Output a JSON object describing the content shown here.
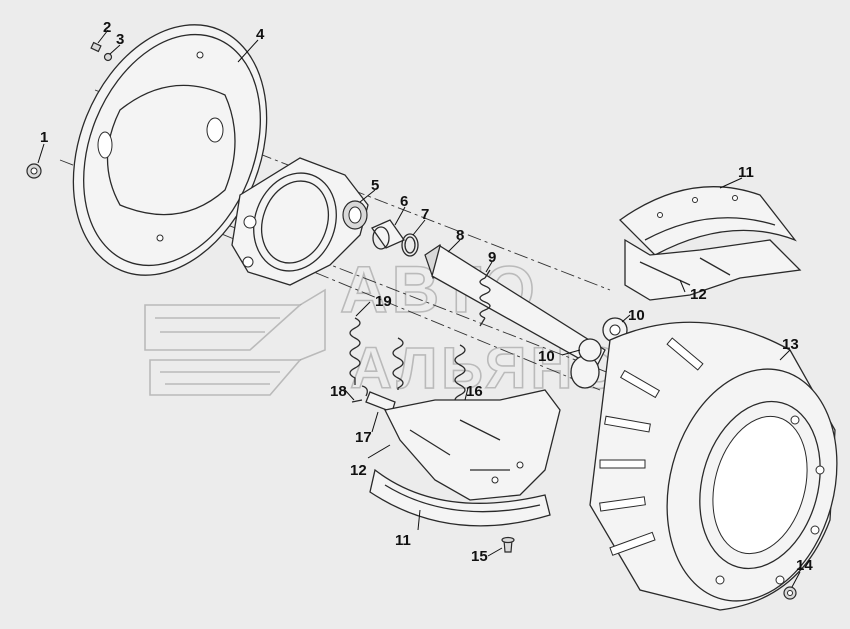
{
  "watermark": {
    "line1": "АВТО",
    "line2": "АЛЬЯНС"
  },
  "callouts": [
    {
      "id": "c1",
      "label": "1"
    },
    {
      "id": "c2",
      "label": "2"
    },
    {
      "id": "c3",
      "label": "3"
    },
    {
      "id": "c4",
      "label": "4"
    },
    {
      "id": "c5",
      "label": "5"
    },
    {
      "id": "c6",
      "label": "6"
    },
    {
      "id": "c7",
      "label": "7"
    },
    {
      "id": "c8",
      "label": "8"
    },
    {
      "id": "c9",
      "label": "9"
    },
    {
      "id": "c10a",
      "label": "10"
    },
    {
      "id": "c10b",
      "label": "10"
    },
    {
      "id": "c11a",
      "label": "11"
    },
    {
      "id": "c11b",
      "label": "11"
    },
    {
      "id": "c12a",
      "label": "12"
    },
    {
      "id": "c12b",
      "label": "12"
    },
    {
      "id": "c13",
      "label": "13"
    },
    {
      "id": "c14",
      "label": "14"
    },
    {
      "id": "c15",
      "label": "15"
    },
    {
      "id": "c16",
      "label": "16"
    },
    {
      "id": "c17",
      "label": "17"
    },
    {
      "id": "c18",
      "label": "18"
    },
    {
      "id": "c19",
      "label": "19"
    }
  ]
}
